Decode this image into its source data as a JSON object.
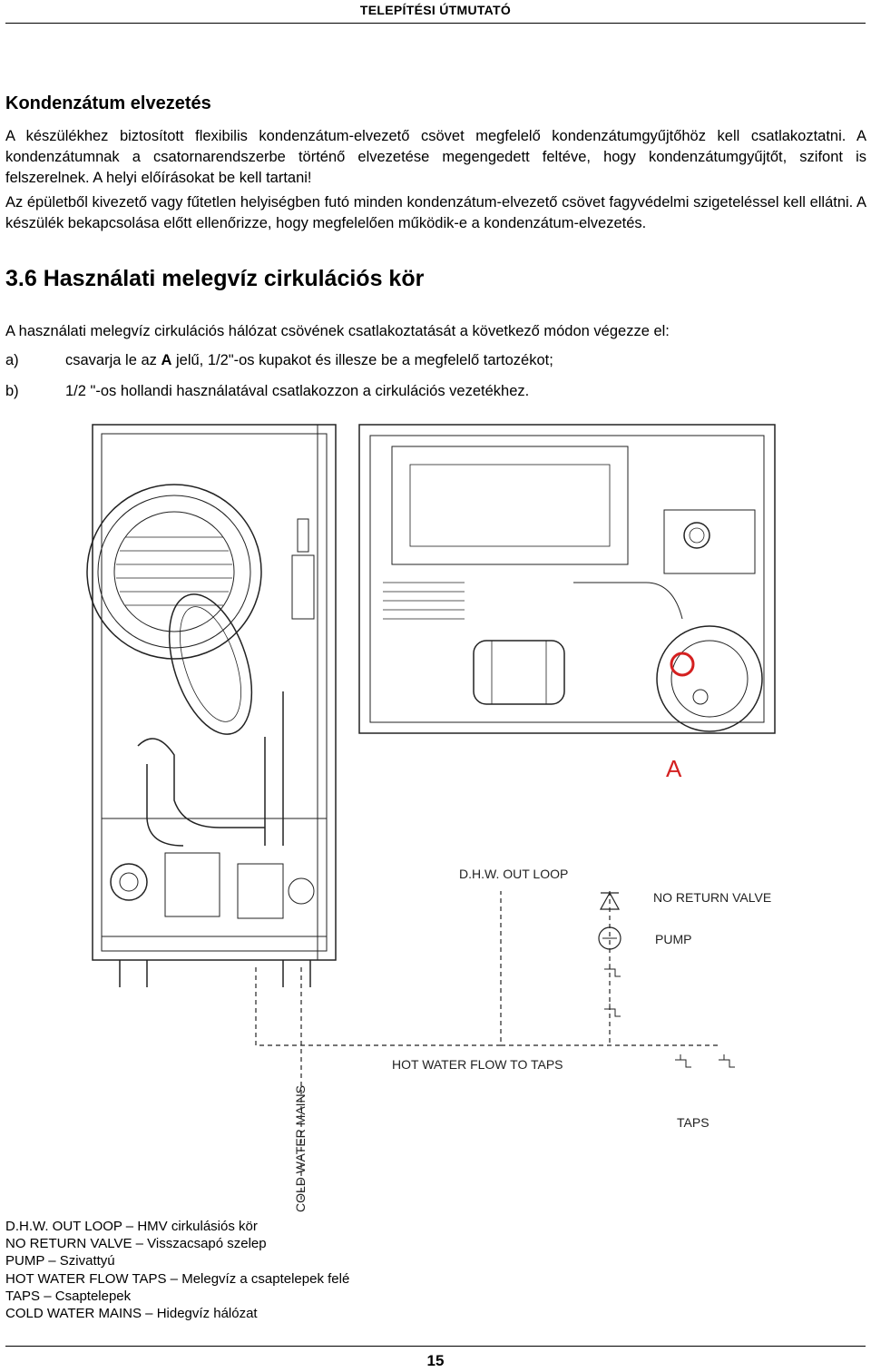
{
  "header": {
    "title": "TELEPÍTÉSI ÚTMUTATÓ"
  },
  "section": {
    "heading": "Kondenzátum elvezetés",
    "paragraph1": "A készülékhez biztosított flexibilis kondenzátum-elvezető csövet megfelelő kondenzátumgyűjtőhöz kell csatlakoztatni. A kondenzátumnak a csatornarendszerbe történő elvezetése megengedett feltéve, hogy kondenzátumgyűjtőt, szifont is felszerelnek. A helyi előírásokat be kell tartani!",
    "paragraph2": "Az épületből kivezető vagy fűtetlen helyiségben futó minden kondenzátum-elvezető csövet fagyvédelmi szigeteléssel kell ellátni. A készülék bekapcsolása előtt ellenőrizze, hogy megfelelően működik-e a kondenzátum-elvezetés."
  },
  "subsection": {
    "heading": "3.6 Használati melegvíz cirkulációs kör",
    "intro": "A használati melegvíz cirkulációs hálózat csövének csatlakoztatását a következő módon végezze el:",
    "steps": [
      {
        "label": "a)",
        "pre": "csavarja le az ",
        "bold": "A",
        "post": " jelű, 1/2\"-os kupakot és illesze be a megfelelő tartozékot;"
      },
      {
        "label": "b)",
        "text": "1/2 \"-os hollandi használatával csatlakozzon a cirkulációs vezetékhez."
      }
    ]
  },
  "diagram": {
    "marker": "A",
    "labels": {
      "dhw_out_loop": "D.H.W. OUT LOOP",
      "no_return_valve": "NO RETURN VALVE",
      "pump": "PUMP",
      "hot_water_flow": "HOT WATER FLOW TO TAPS",
      "taps": "TAPS",
      "cold_water_mains": "COLD WATER MAINS"
    },
    "colors": {
      "marker": "#d42020",
      "line": "#222222"
    }
  },
  "legend": [
    {
      "term": "D.H.W. OUT LOOP",
      "meaning": "HMV cirkulásiós kör"
    },
    {
      "term": "NO RETURN VALVE",
      "meaning": "Visszacsapó szelep"
    },
    {
      "term": "PUMP",
      "meaning": "Szivattyú"
    },
    {
      "term": "HOT WATER FLOW TAPS",
      "meaning": "Melegvíz a csaptelepek felé"
    },
    {
      "term": "TAPS",
      "meaning": "Csaptelepek"
    },
    {
      "term": "COLD WATER MAINS",
      "meaning": "Hidegvíz hálózat"
    }
  ],
  "separator": " – ",
  "page": {
    "number": "15"
  }
}
